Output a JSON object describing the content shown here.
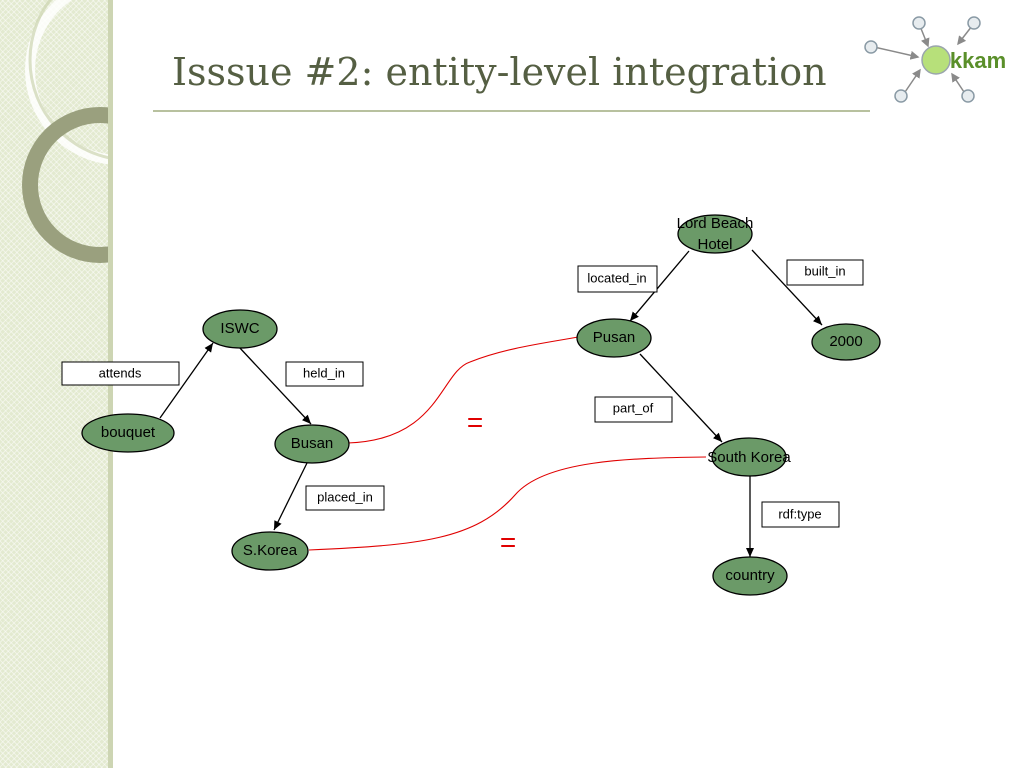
{
  "slide": {
    "title": "Isssue #2: entity-level integration",
    "logo_text": "kkam"
  },
  "diagram": {
    "nodes": {
      "bouquet": "bouquet",
      "iswc": "ISWC",
      "busan": "Busan",
      "skorea": "S.Korea",
      "lordbeach_line1": "Lord Beach",
      "lordbeach_line2": "Hotel",
      "pusan": "Pusan",
      "y2000": "2000",
      "southkorea": "South Korea",
      "country": "country"
    },
    "edges": {
      "attends": "attends",
      "held_in": "held_in",
      "placed_in": "placed_in",
      "located_in": "located_in",
      "built_in": "built_in",
      "part_of": "part_of",
      "rdf_type": "rdf:type"
    },
    "equivalence": {
      "eq1": "=",
      "eq2": "="
    },
    "colors": {
      "node_fill": "#6b9a68",
      "node_stroke": "#000000",
      "equivalence": "#e00000",
      "logo_center": "#b7e07a",
      "logo_text": "#5a8f2a"
    }
  }
}
